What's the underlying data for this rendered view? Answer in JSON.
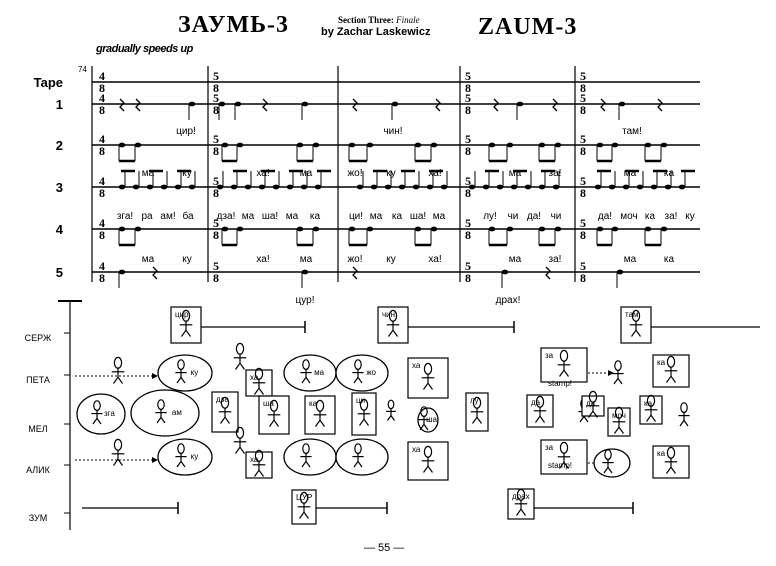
{
  "header": {
    "title_ru": "ЗАУМЬ-3",
    "section_prefix": "Section Three: ",
    "section_name": "Finale",
    "byline": "by Zachar Laskewicz",
    "title_en": "ZAUM-3",
    "tempo": "gradually speeds up",
    "measure_number": "74"
  },
  "staves": [
    {
      "label": "Tape"
    },
    {
      "label": "1"
    },
    {
      "label": "2"
    },
    {
      "label": "3"
    },
    {
      "label": "4"
    },
    {
      "label": "5"
    }
  ],
  "time_signatures": {
    "first": {
      "top": "4",
      "bottom": "8"
    },
    "second": {
      "top": "5",
      "bottom": "8"
    }
  },
  "lyrics": {
    "staff1": [
      "цир!",
      "чин!",
      "там!"
    ],
    "staff2": [
      "ма",
      "ку",
      "ха!",
      "ма",
      "жо!",
      "ку",
      "ха!",
      "ма",
      "за!",
      "ма",
      "ка"
    ],
    "staff3": [
      "зга!",
      "ра",
      "ам!",
      "ба",
      "дза!",
      "ма",
      "ша!",
      "ма",
      "ка",
      "ци!",
      "ма",
      "ка",
      "ша!",
      "ма",
      "лу!",
      "чи",
      "да!",
      "чи",
      "да!",
      "моч",
      "ка",
      "за!",
      "ку"
    ],
    "staff4": [
      "ма",
      "ку",
      "ха!",
      "ма",
      "жо!",
      "ку",
      "ха!",
      "ма",
      "за!",
      "ма",
      "ка"
    ],
    "staff5": [
      "цур!",
      "драх!"
    ]
  },
  "roles": [
    {
      "label": "СЕРЖ"
    },
    {
      "label": "ПЕТА"
    },
    {
      "label": "МЕЛ"
    },
    {
      "label": "АЛИК"
    },
    {
      "label": "ЗУМ"
    }
  ],
  "gesture_words": {
    "serzh": [
      "цир",
      "чин",
      "там"
    ],
    "peta": [
      "ку",
      "ха",
      "ма",
      "жо",
      "ха",
      "за",
      "stamp!",
      "ка"
    ],
    "mel": [
      "зга",
      "ам",
      "дза",
      "ша",
      "ка",
      "ци",
      "ша",
      "лу",
      "да",
      "да",
      "моч",
      "ка",
      "за"
    ],
    "alik": [
      "ку",
      "ха",
      "ха",
      "за",
      "stamp!",
      "ка"
    ],
    "zum": [
      "ЦУР",
      "драх"
    ]
  },
  "page_number": "— 55 —"
}
